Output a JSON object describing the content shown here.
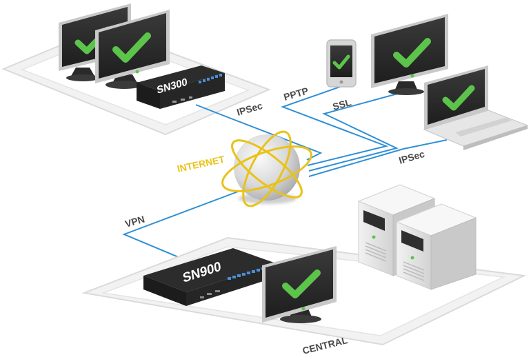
{
  "labels": {
    "ipsec_top": "IPSec",
    "pptp": "PPTP",
    "ssl": "SSL",
    "ipsec_right": "IPSec",
    "internet": "INTERNET",
    "vpn": "VPN",
    "central": "CENTRAL"
  },
  "devices": {
    "branch_appliance": "SN300",
    "central_appliance": "SN900"
  },
  "colors": {
    "link": "#2f8fd6",
    "check": "#5cc44a",
    "orbit": "#e9c21a",
    "internet_label": "#e9c21a",
    "text": "#4a4a4a",
    "platform": "#d8d8d8"
  },
  "icons": [
    "monitor-icon",
    "tablet-icon",
    "laptop-icon",
    "server-icon",
    "checkmark-icon",
    "globe-icon",
    "appliance-icon"
  ]
}
